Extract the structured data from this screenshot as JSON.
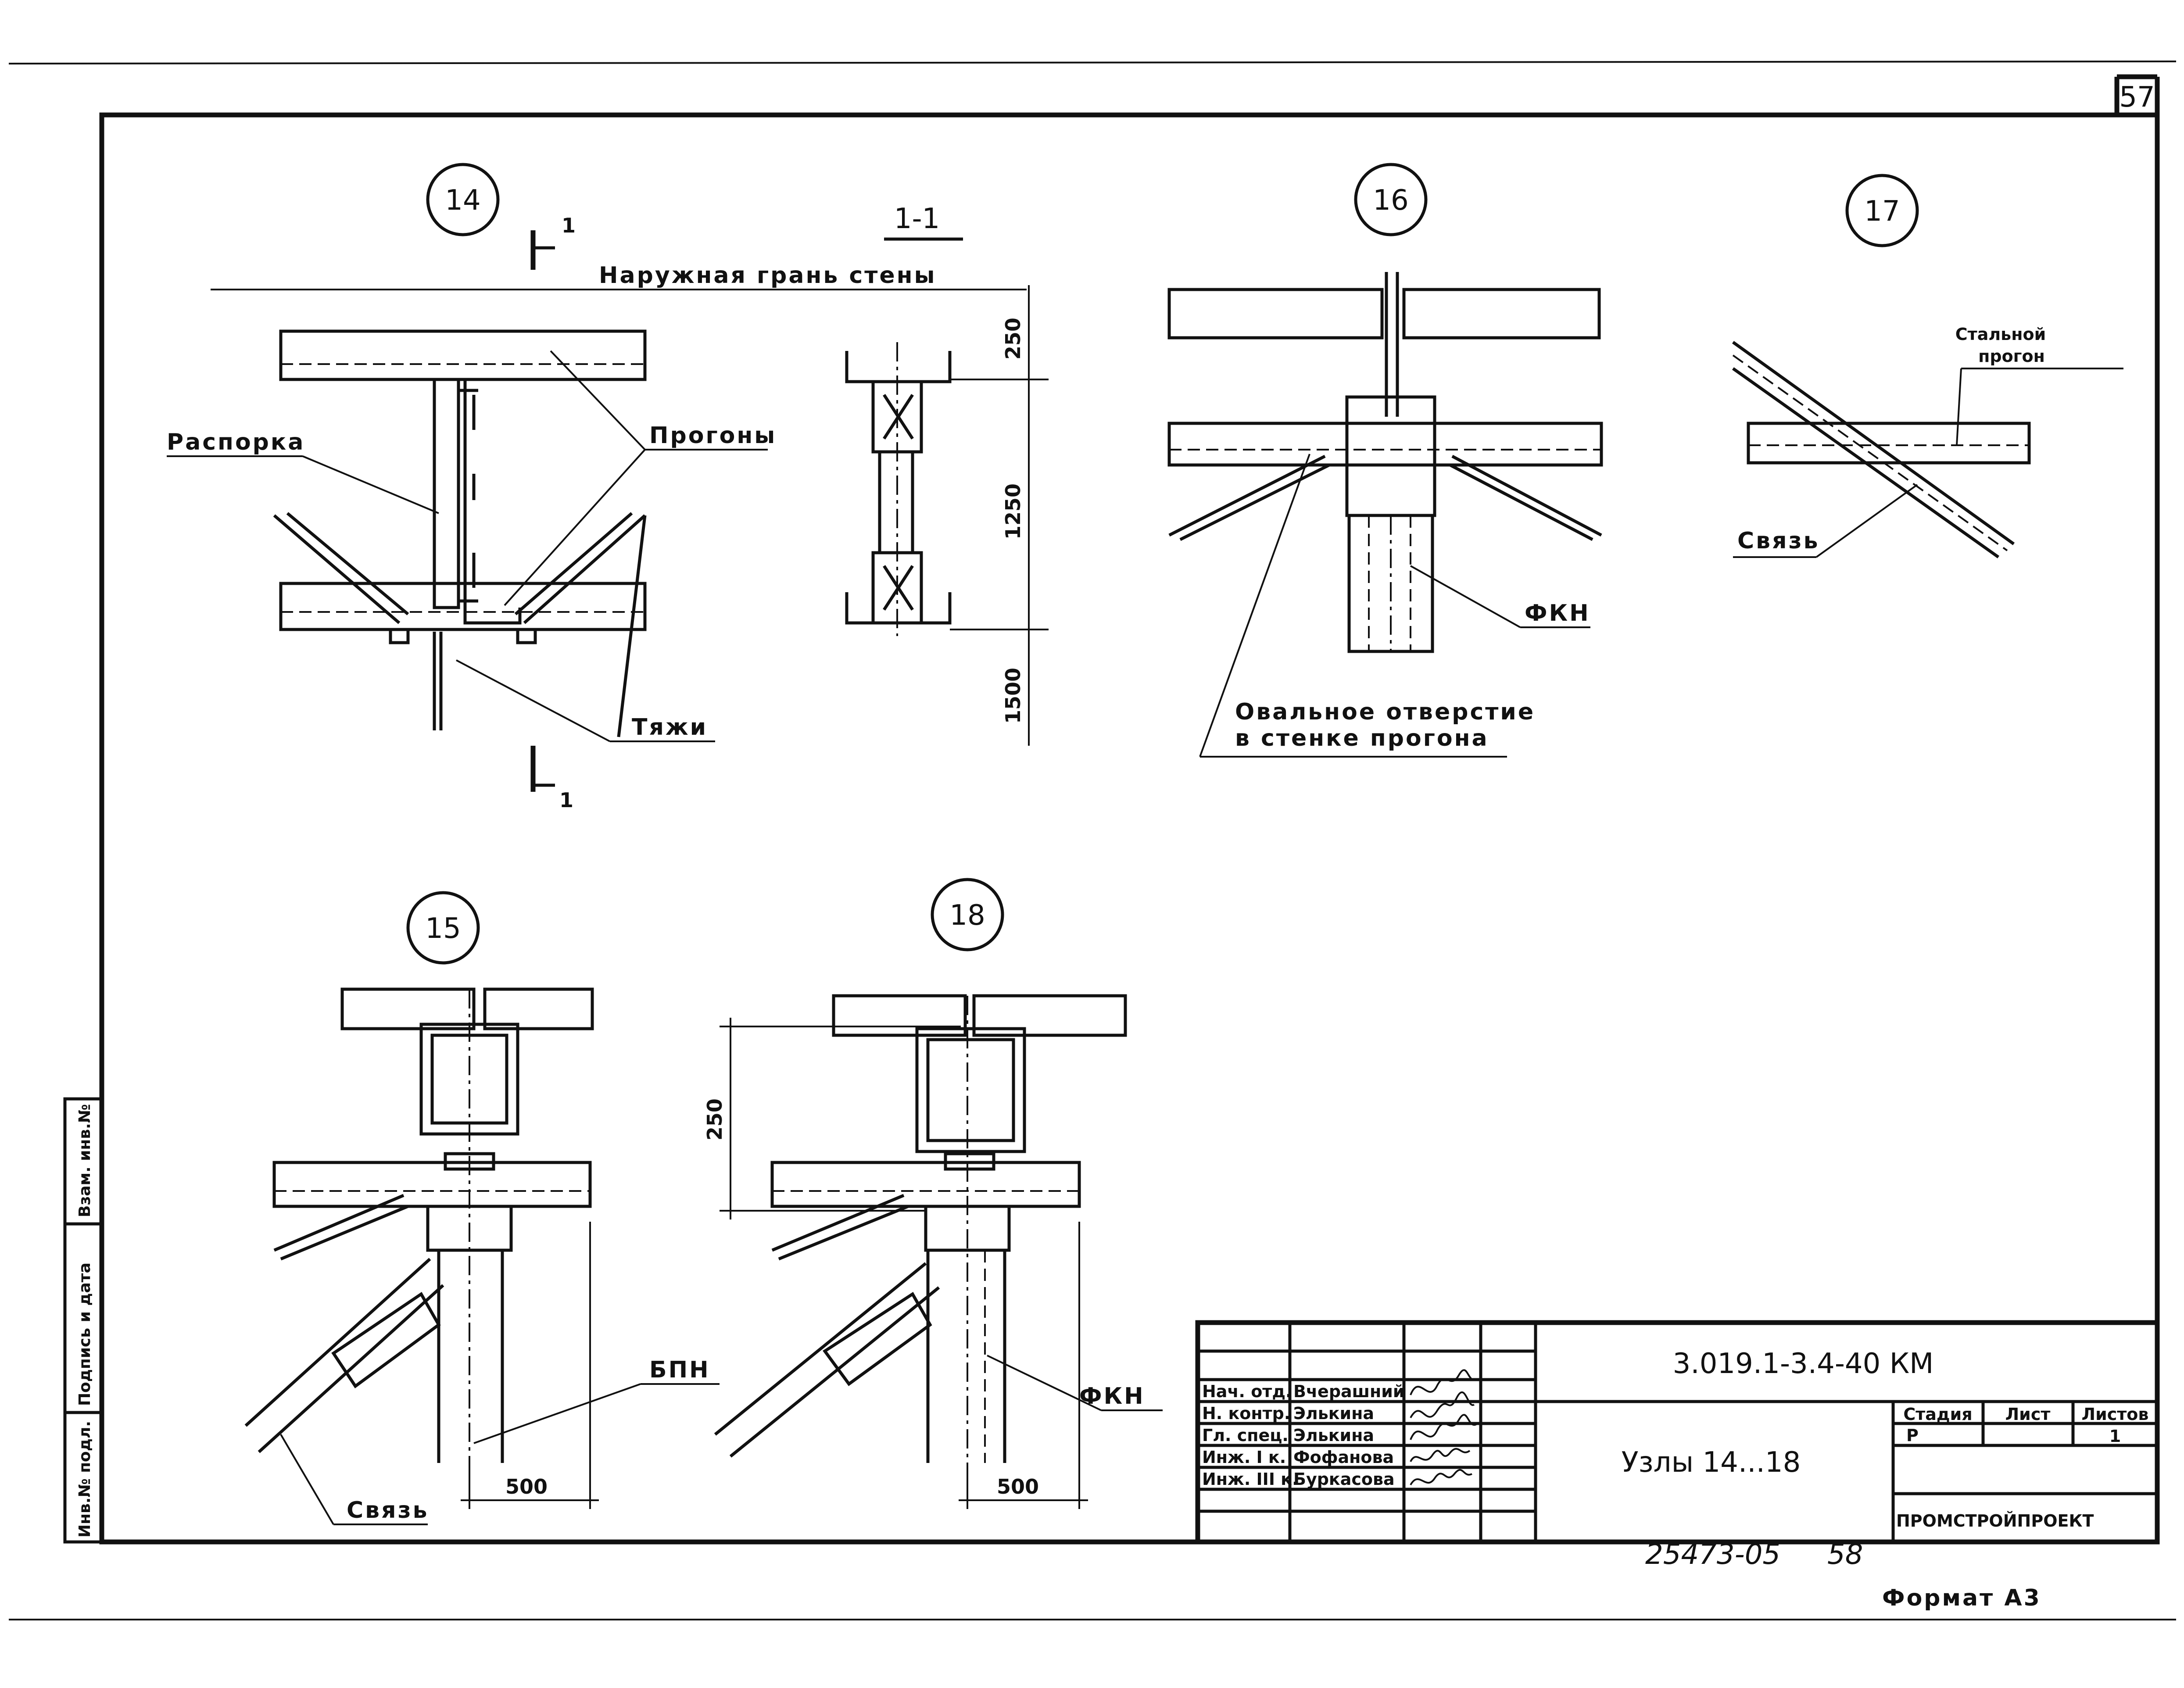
{
  "page": {
    "sheet_number": "57",
    "format_note": "Формат А3",
    "archive_number": "25473-05",
    "archive_page": "58"
  },
  "colors": {
    "ink": "#111111",
    "paper": "#ffffff"
  },
  "nodes": [
    {
      "id": "14",
      "label": "14"
    },
    {
      "id": "15",
      "label": "15"
    },
    {
      "id": "16",
      "label": "16"
    },
    {
      "id": "17",
      "label": "17"
    },
    {
      "id": "18",
      "label": "18"
    }
  ],
  "section": {
    "title": "1-1",
    "mark": "1"
  },
  "callouts": {
    "outer_wall_face": "Наружная грань стены",
    "spacer": "Распорка",
    "purlins": "Прогоны",
    "rods": "Тяжи",
    "oval_hole_line1": "Овальное отверстие",
    "oval_hole_line2": "в стенке прогона",
    "fkn_16": "ФКН",
    "steel_purlin_line1": "Стальной",
    "steel_purlin_line2": "прогон",
    "bracing_17": "Связь",
    "bpn": "БПН",
    "bracing_15": "Связь",
    "fkn_18": "ФКН"
  },
  "dimensions": {
    "d250_section": "250",
    "d1250": "1250",
    "d1500": "1500",
    "d250_node18": "250",
    "d500_node15": "500",
    "d500_node18": "500"
  },
  "side_stamp": [
    "Инв.№ подл.",
    "Подпись и дата",
    "Взам. инв.№"
  ],
  "title_block": {
    "code": "3.019.1-3.4-40 КМ",
    "title": "Узлы 14...18",
    "stage_header": "Стадия",
    "sheet_header": "Лист",
    "sheets_header": "Листов",
    "stage_value": "Р",
    "sheets_value": "1",
    "organization": "ПРОМСТРОЙПРОЕКТ",
    "signatures": [
      {
        "role": "Нач. отд.",
        "name": "Вчерашний"
      },
      {
        "role": "Н. контр.",
        "name": "Элькина"
      },
      {
        "role": "Гл. спец.",
        "name": "Элькина"
      },
      {
        "role": "Инж. I к.",
        "name": "Фофанова"
      },
      {
        "role": "Инж. III к.",
        "name": "Буркасова"
      }
    ]
  }
}
